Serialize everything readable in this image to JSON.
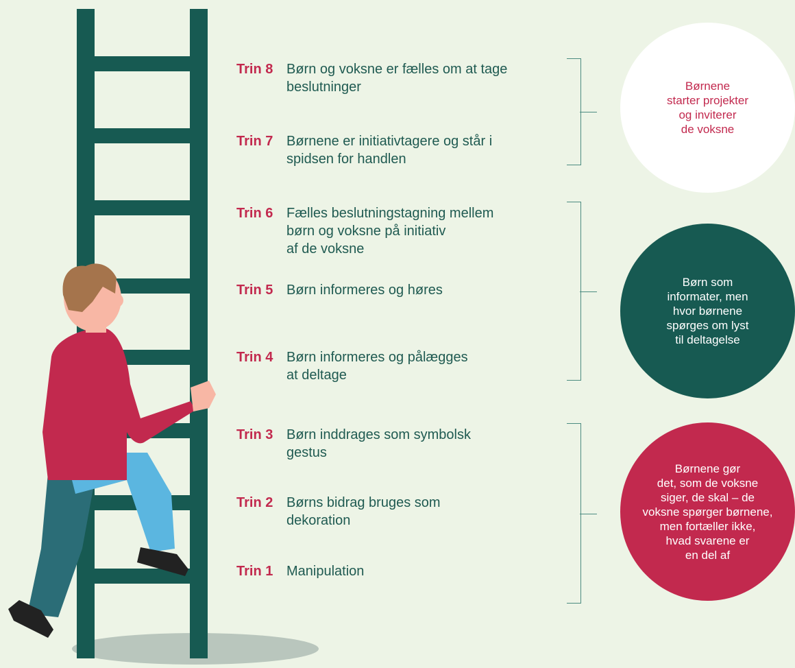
{
  "steps": [
    {
      "label": "Trin 8",
      "text": "Børn og voksne er fælles om at tage\nbeslutninger"
    },
    {
      "label": "Trin 7",
      "text": "Børnene er initiativtagere og står i\nspidsen for handlen"
    },
    {
      "label": "Trin 6",
      "text": "Fælles beslutningstagning mellem\nbørn og voksne på initiativ\naf de voksne"
    },
    {
      "label": "Trin 5",
      "text": "Børn informeres og høres"
    },
    {
      "label": "Trin 4",
      "text": "Børn informeres og pålægges\nat deltage"
    },
    {
      "label": "Trin 3",
      "text": "Børn inddrages som symbolsk\ngestus"
    },
    {
      "label": "Trin 2",
      "text": "Børns bidrag bruges som\ndekoration"
    },
    {
      "label": "Trin 1",
      "text": "Manipulation"
    }
  ],
  "groups": [
    {
      "text": "Børnene\nstarter projekter\nog inviterer\nde voksne",
      "color": "#ffffff",
      "text_color": "#c2294e"
    },
    {
      "text": "Børn som\ninformater, men\nhvor børnene\nspørges om lyst\ntil deltagelse",
      "color": "#175a52",
      "text_color": "#ffffff"
    },
    {
      "text": "Børnene gør\ndet, som de voksne\nsiger, de skal – de\nvoksne spørger børnene,\nmen fortæller ikke,\nhvad svarene er\nen del af",
      "color": "#c2294e",
      "text_color": "#ffffff"
    }
  ],
  "colors": {
    "background": "#edf4e6",
    "ladder": "#175a52",
    "accent": "#c2294e",
    "text": "#1f5a51",
    "bracket": "#4b8b80"
  }
}
